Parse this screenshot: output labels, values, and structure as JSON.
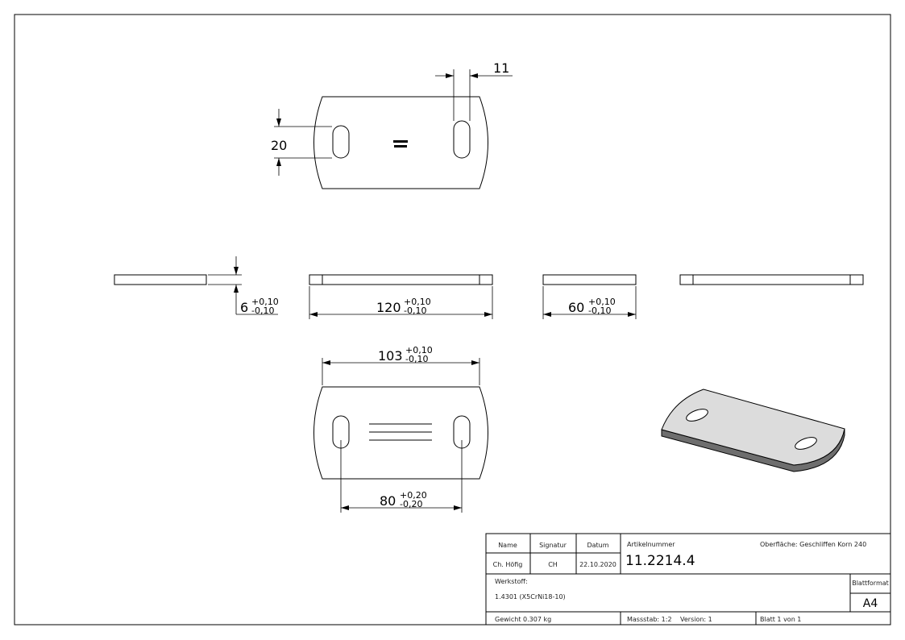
{
  "dimensions": {
    "slot_width": "11",
    "slot_length": "20",
    "thickness": {
      "value": "6",
      "upper": "+0,10",
      "lower": "-0,10"
    },
    "length": {
      "value": "120",
      "upper": "+0,10",
      "lower": "-0,10"
    },
    "width": {
      "value": "60",
      "upper": "+0,10",
      "lower": "-0,10"
    },
    "flat_length": {
      "value": "103",
      "upper": "+0,10",
      "lower": "-0,10"
    },
    "slot_spacing": {
      "value": "80",
      "upper": "+0,20",
      "lower": "-0,20"
    }
  },
  "title_block": {
    "name_label": "Name",
    "signature_label": "Signatur",
    "date_label": "Datum",
    "name": "Ch. Höfig",
    "signature": "CH",
    "date": "22.10.2020",
    "article_label": "Artikelnummer",
    "article_number": "11.2214.4",
    "surface": "Oberfläche:  Geschliffen Korn 240",
    "material_label": "Werkstoff:",
    "material": "1.4301 (X5CrNi18-10)",
    "format_label": "Blattformat",
    "format": "A4",
    "weight": "Gewicht 0.307 kg",
    "scale": "Massstab: 1:2",
    "version": "Version: 1",
    "sheet": "Blatt 1 von 1"
  },
  "colors": {
    "part_top": "#dcdcdc",
    "part_side": "#6e6e6e"
  }
}
